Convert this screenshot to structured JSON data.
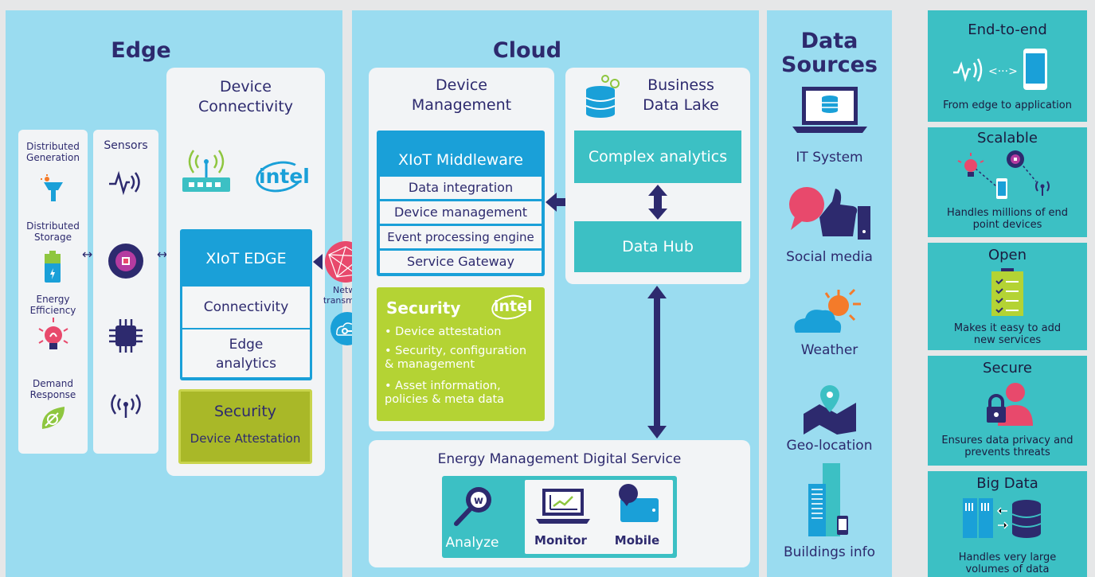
{
  "edge": {
    "title": "Edge",
    "device_connectivity": "Device\nConnectivity",
    "left_col": {
      "dist_gen": "Distributed\nGeneration",
      "dist_storage": "Distributed\nStorage",
      "energy_eff": "Energy\nEfficiency",
      "demand_resp": "Demand\nResponse"
    },
    "sensors": "Sensors",
    "intel": "intel",
    "xiot_edge": "XIoT EDGE",
    "connectivity": "Connectivity",
    "edge_analytics": "Edge\nanalytics",
    "security": "Security",
    "device_attestation": "Device Attestation"
  },
  "network": "Network\ntransmission",
  "cloud": {
    "title": "Cloud",
    "device_mgmt": "Device\nManagement",
    "middleware": {
      "title": "XIoT Middleware",
      "rows": [
        "Data integration",
        "Device management",
        "Event processing engine",
        "Service Gateway"
      ]
    },
    "security": {
      "title": "Security",
      "intel": "intel",
      "bullets": [
        "Device attestation",
        "Security, configuration\n& management",
        "Asset information,\npolicies & meta data"
      ]
    },
    "business_lake": "Business\nData Lake",
    "complex_analytics": "Complex analytics",
    "data_hub": "Data Hub",
    "emds": {
      "title": "Energy Management Digital Service",
      "analyze": "Analyze",
      "monitor": "Monitor",
      "mobile": "Mobile"
    }
  },
  "data_sources": {
    "title": "Data\nSources",
    "items": [
      "IT System",
      "Social media",
      "Weather",
      "Geo-location",
      "Buildings info"
    ]
  },
  "features": [
    {
      "title": "End-to-end",
      "desc": "From edge to application"
    },
    {
      "title": "Scalable",
      "desc": "Handles millions of end\npoint devices"
    },
    {
      "title": "Open",
      "desc": "Makes it easy to add\nnew services"
    },
    {
      "title": "Secure",
      "desc": "Ensures data privacy and\nprevents threats"
    },
    {
      "title": "Big Data",
      "desc": "Handles very large\nvolumes of data"
    }
  ],
  "colors": {
    "panel": "#9adcf0",
    "navy": "#2d2a6e",
    "teal": "#3cc0c4",
    "blue": "#1aa0d8",
    "lime": "#b4d334",
    "olive": "#a9b828"
  }
}
